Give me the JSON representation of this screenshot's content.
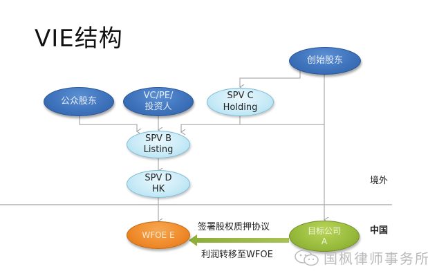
{
  "title": "VIE结构",
  "nodes": {
    "founders": "创始股东",
    "public_shareholders": "公众股东",
    "vc_pe_line1": "VC/PE/",
    "vc_pe_line2": "投资人",
    "spv_c_line1": "SPV C",
    "spv_c_line2": "Holding",
    "spv_b_line1": "SPV B",
    "spv_b_line2": "Listing",
    "spv_d_line1": "SPV D",
    "spv_d_line2": "HK",
    "wfoe": "WFOE E",
    "target_line1": "目标公司",
    "target_line2": "A"
  },
  "labels": {
    "offshore": "境外",
    "china": "中国",
    "pledge_agreement": "签署股权质押协议",
    "profit_transfer": "利润转移至WFOE"
  },
  "watermark": {
    "icon": "wechat-icon",
    "text": "国枫律师事务所"
  },
  "colors": {
    "dark_node": "#3f74bd",
    "light_node": "#c9ebf7",
    "wfoe_node": "#ef8a2a",
    "target_node": "#98bb3c",
    "connector": "#9a9a9a"
  }
}
